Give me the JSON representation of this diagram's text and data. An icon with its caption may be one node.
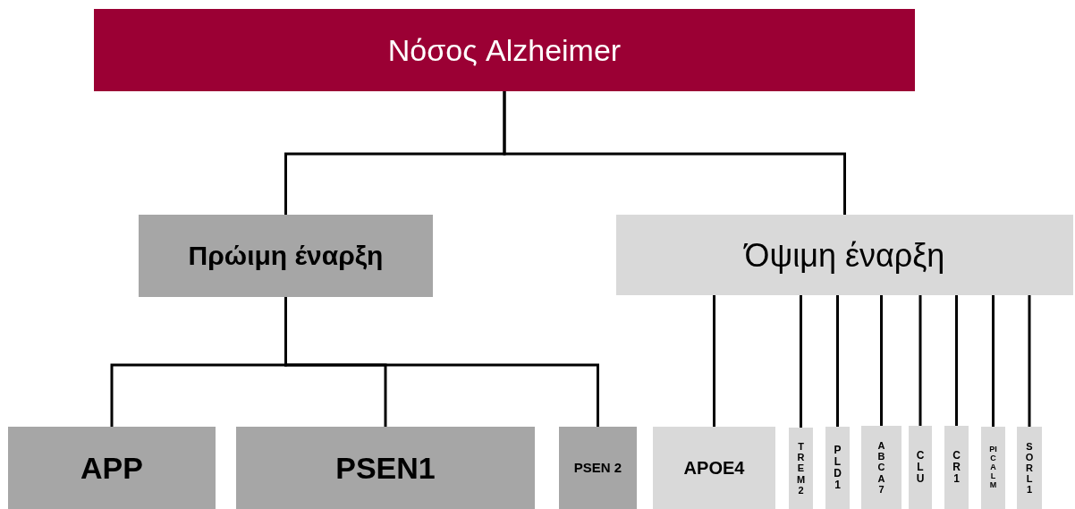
{
  "diagram": {
    "nodes": [
      {
        "text": [
          "Νόσος Alzheimer"
        ]
      },
      {
        "text": [
          "Πρώιμη έναρξη"
        ]
      },
      {
        "text": [
          "Όψιμη έναρξη"
        ]
      },
      {
        "text": [
          "APP"
        ]
      },
      {
        "text": [
          "PSEN1"
        ]
      },
      {
        "text": [
          "PSEN 2"
        ]
      },
      {
        "text": [
          "APOE4"
        ]
      },
      {
        "text": [
          "TREM2"
        ]
      },
      {
        "text": [
          "PLD1"
        ]
      },
      {
        "text": [
          "ABCA7"
        ]
      },
      {
        "text": [
          "CLU"
        ]
      },
      {
        "text": [
          "CR1"
        ]
      },
      {
        "text": [
          "PICALM"
        ]
      },
      {
        "text": [
          "SORL1"
        ]
      }
    ],
    "edges": [
      {
        "from": 0,
        "to": 1,
        "arrow": "none"
      },
      {
        "from": 0,
        "to": 2,
        "arrow": "none"
      },
      {
        "from": 1,
        "to": 3,
        "arrow": "none"
      },
      {
        "from": 1,
        "to": 4,
        "arrow": "none"
      },
      {
        "from": 1,
        "to": 5,
        "arrow": "none"
      },
      {
        "from": 2,
        "to": 6,
        "arrow": "none"
      },
      {
        "from": 2,
        "to": 7,
        "arrow": "none"
      },
      {
        "from": 2,
        "to": 8,
        "arrow": "none"
      },
      {
        "from": 2,
        "to": 9,
        "arrow": "none"
      },
      {
        "from": 2,
        "to": 10,
        "arrow": "none"
      },
      {
        "from": 2,
        "to": 11,
        "arrow": "none"
      },
      {
        "from": 2,
        "to": 12,
        "arrow": "none"
      },
      {
        "from": 2,
        "to": 13,
        "arrow": "none"
      }
    ]
  }
}
